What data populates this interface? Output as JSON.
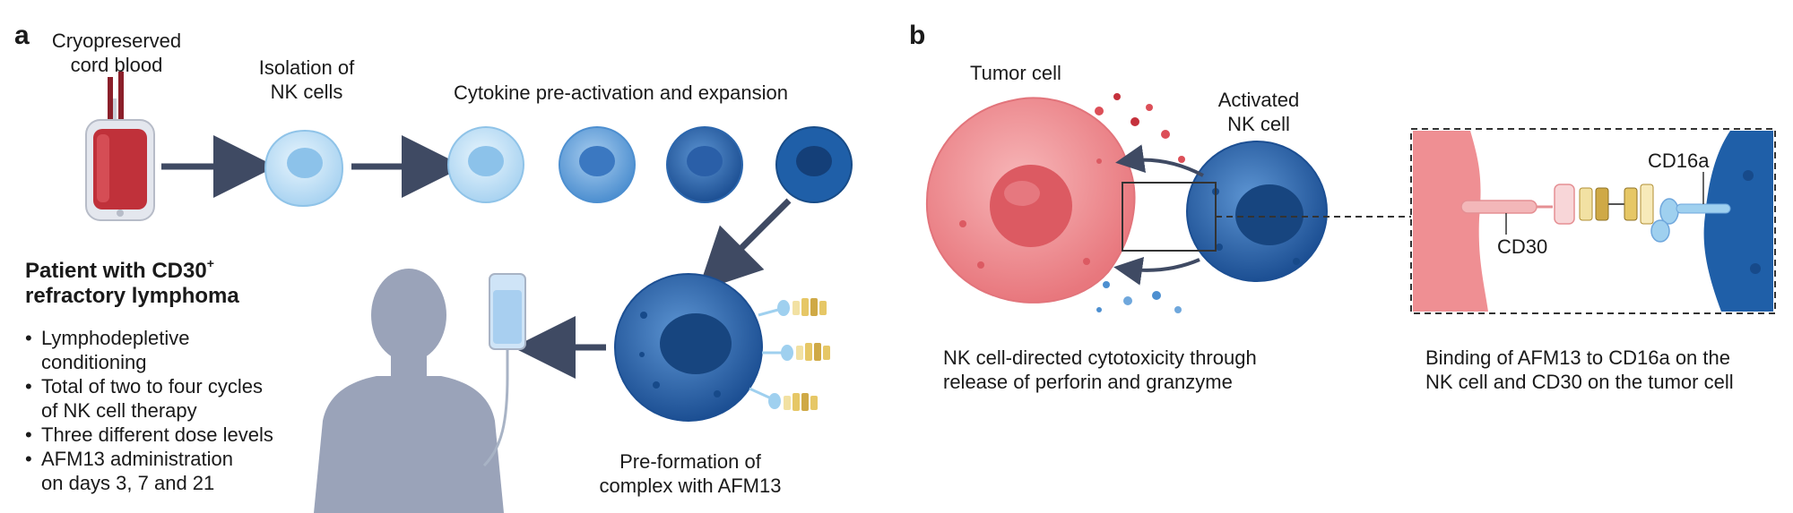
{
  "panel_a": {
    "label": "a",
    "cord_blood": [
      "Cryopreserved",
      "cord blood"
    ],
    "isolation": [
      "Isolation of",
      "NK cells"
    ],
    "cytokine": "Cytokine pre-activation and expansion",
    "patient_title_1": "Patient with CD30",
    "patient_title_sup": "+",
    "patient_title_2": "refractory lymphoma",
    "bullets": [
      [
        "Lymphodepletive",
        "conditioning"
      ],
      [
        "Total of two to four cycles",
        "of NK cell therapy"
      ],
      [
        "Three different dose levels"
      ],
      [
        "AFM13 administration",
        "on days 3, 7 and 21"
      ]
    ],
    "preformation": [
      "Pre-formation of",
      "complex with AFM13"
    ]
  },
  "panel_b": {
    "label": "b",
    "tumor_cell": "Tumor cell",
    "activated_nk": [
      "Activated",
      "NK cell"
    ],
    "cytotoxicity_caption": [
      "NK cell-directed cytotoxicity through",
      "release of perforin and granzyme"
    ],
    "cd16a": "CD16a",
    "cd30": "CD30",
    "binding_caption": [
      "Binding of AFM13 to CD16a on the",
      "NK cell and CD30 on the tumor cell"
    ]
  },
  "colors": {
    "arrow": "#3f4a63",
    "nk_light": "#cbe6f7",
    "nk_mid": "#6fa7dc",
    "nk_dark": "#1f5fa8",
    "tumor": "#ef8f93",
    "tumor_nucleus": "#dc5a62",
    "patient": "#9aa3b9",
    "afm13_yellow": "#e6c766",
    "afm13_pink": "#f3b7b9",
    "cd16a_blue": "#9fd0ef"
  }
}
